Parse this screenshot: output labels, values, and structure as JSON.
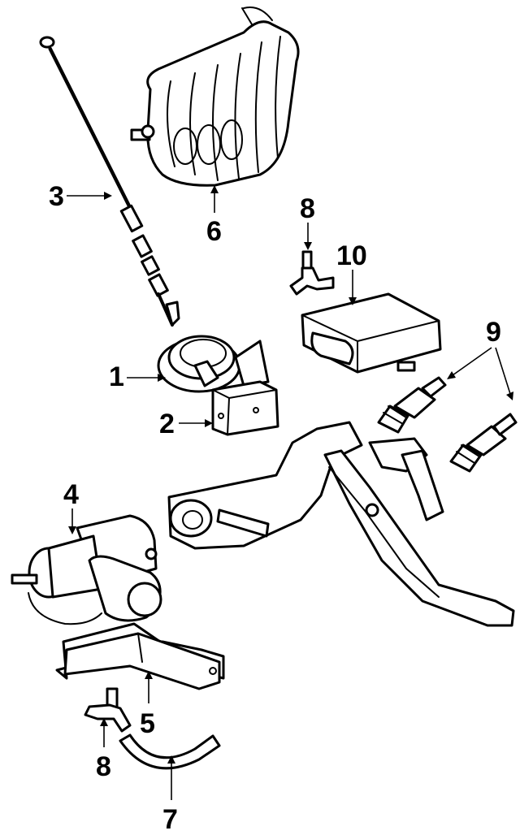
{
  "callouts": {
    "c1": "1",
    "c2": "2",
    "c3": "3",
    "c4": "4",
    "c5": "5",
    "c6": "6",
    "c7": "7",
    "c8a": "8",
    "c8b": "8",
    "c9": "9",
    "c10": "10"
  },
  "parts": [
    "antenna-mast",
    "vacuum-actuator",
    "mounting-bracket",
    "vacuum-pump",
    "pump-bracket",
    "vacuum-reservoir",
    "vacuum-hose",
    "hose-tee-connector",
    "pedal-switch",
    "control-module"
  ],
  "colors": {
    "line": "#000000",
    "background": "#ffffff"
  }
}
